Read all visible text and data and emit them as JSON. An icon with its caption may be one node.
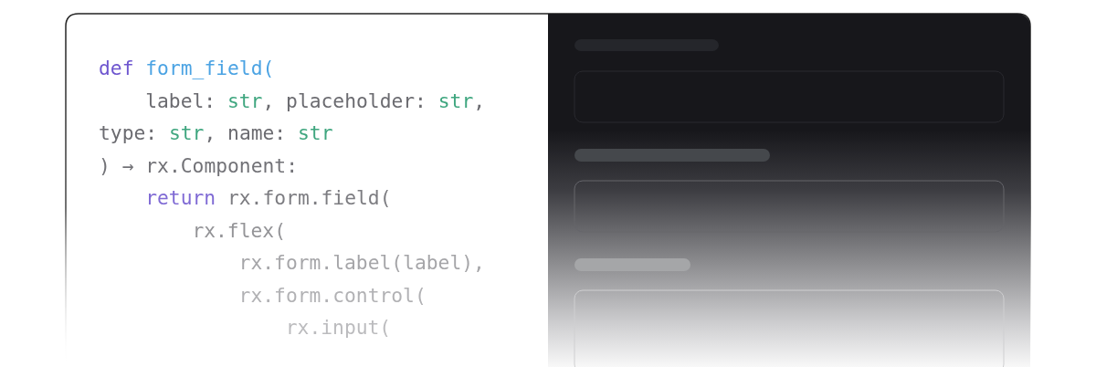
{
  "diagram": {
    "labels": [
      "def",
      "form_field(",
      "label:",
      "str",
      ",",
      "placeholder:",
      "str",
      ",",
      "type:",
      "str",
      ",",
      "name:",
      "str",
      ") → rx.Component:",
      "return",
      "rx.form.field(",
      "rx.flex(",
      "rx.form.label(label),",
      "rx.form.control(",
      "rx.input("
    ]
  }
}
